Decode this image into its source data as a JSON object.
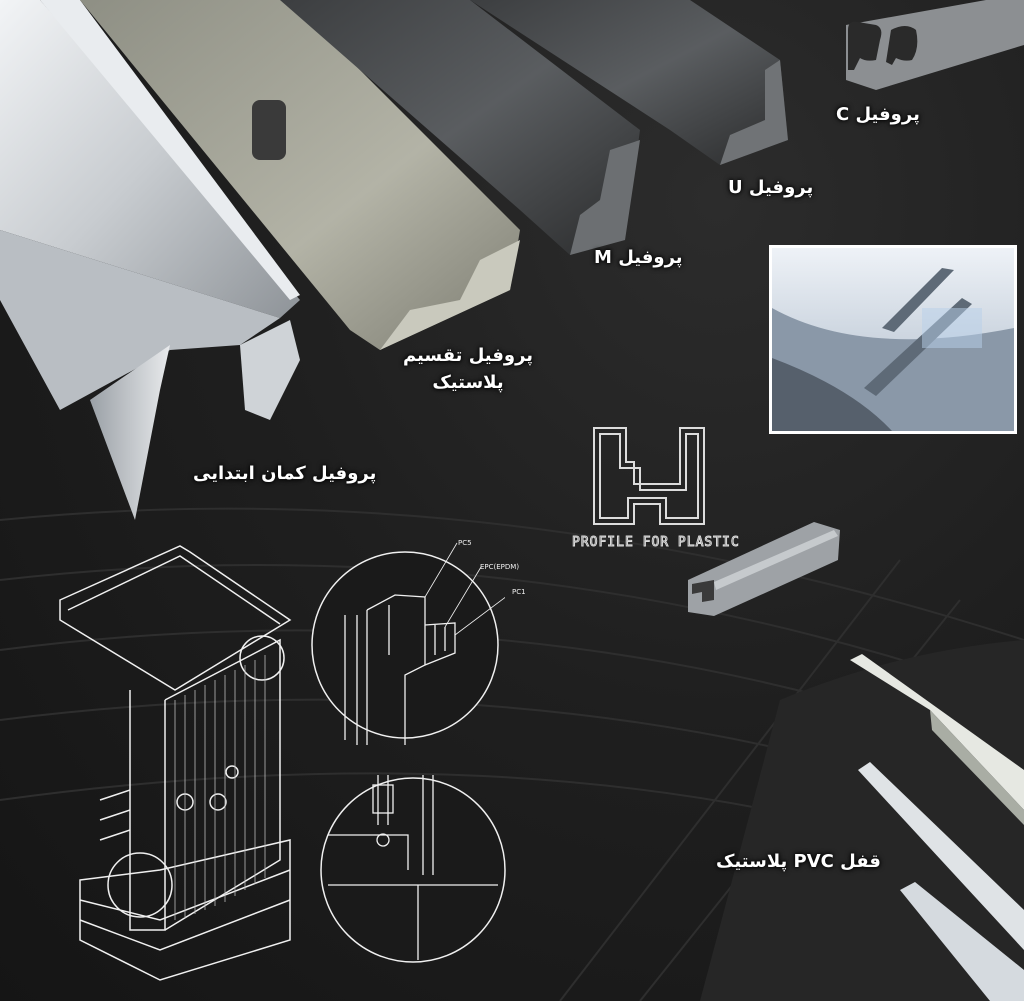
{
  "labels": {
    "c_profile": "پروفیل C",
    "u_profile": "پروفیل U",
    "m_profile": "پروفیل M",
    "plastic_divider_line1": "پروفیل تقسیم",
    "plastic_divider_line2": "پلاستیک",
    "initial_arch": "پروفیل کمان ابتدایی",
    "pvc_lock": "قفل PVC پلاستیک"
  },
  "logo": {
    "icon": "u-profile-logo-icon",
    "caption": "PROFILE FOR PLASTIC"
  },
  "diagram": {
    "callouts": [
      "PC5",
      "EPC(EPDM)",
      "PC1"
    ]
  },
  "colors": {
    "background": "#1b1b1b",
    "label_text": "#ffffff",
    "frame_border": "#ffffff"
  }
}
